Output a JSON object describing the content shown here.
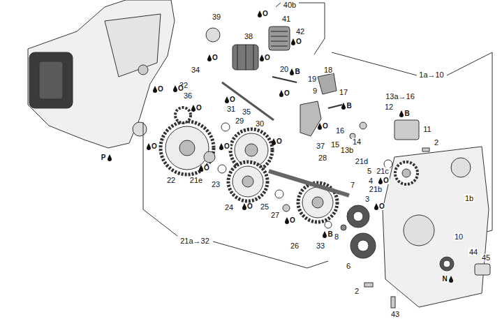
{
  "diagram": {
    "labels": [
      "40b",
      "39",
      "41",
      "42",
      "38",
      "1a→10",
      "34",
      "20",
      "18",
      "19",
      "32",
      "36",
      "9",
      "17",
      "13a→16",
      "12",
      "31",
      "29",
      "35",
      "30",
      "11",
      "16",
      "2",
      "15",
      "14",
      "37",
      "13b",
      "28",
      "21d",
      "5",
      "21c",
      "4",
      "22",
      "21e",
      "23",
      "7",
      "21b",
      "1b",
      "3",
      "24",
      "25",
      "27",
      "10",
      "8",
      "21a→32",
      "26",
      "33",
      "44",
      "45",
      "6",
      "2",
      "43",
      "P",
      "N",
      "O",
      "O",
      "O",
      "O",
      "O",
      "O",
      "O",
      "O",
      "O",
      "O",
      "O",
      "O",
      "O",
      "O",
      "O",
      "O",
      "O",
      "O",
      "B",
      "B",
      "B",
      "B"
    ]
  }
}
